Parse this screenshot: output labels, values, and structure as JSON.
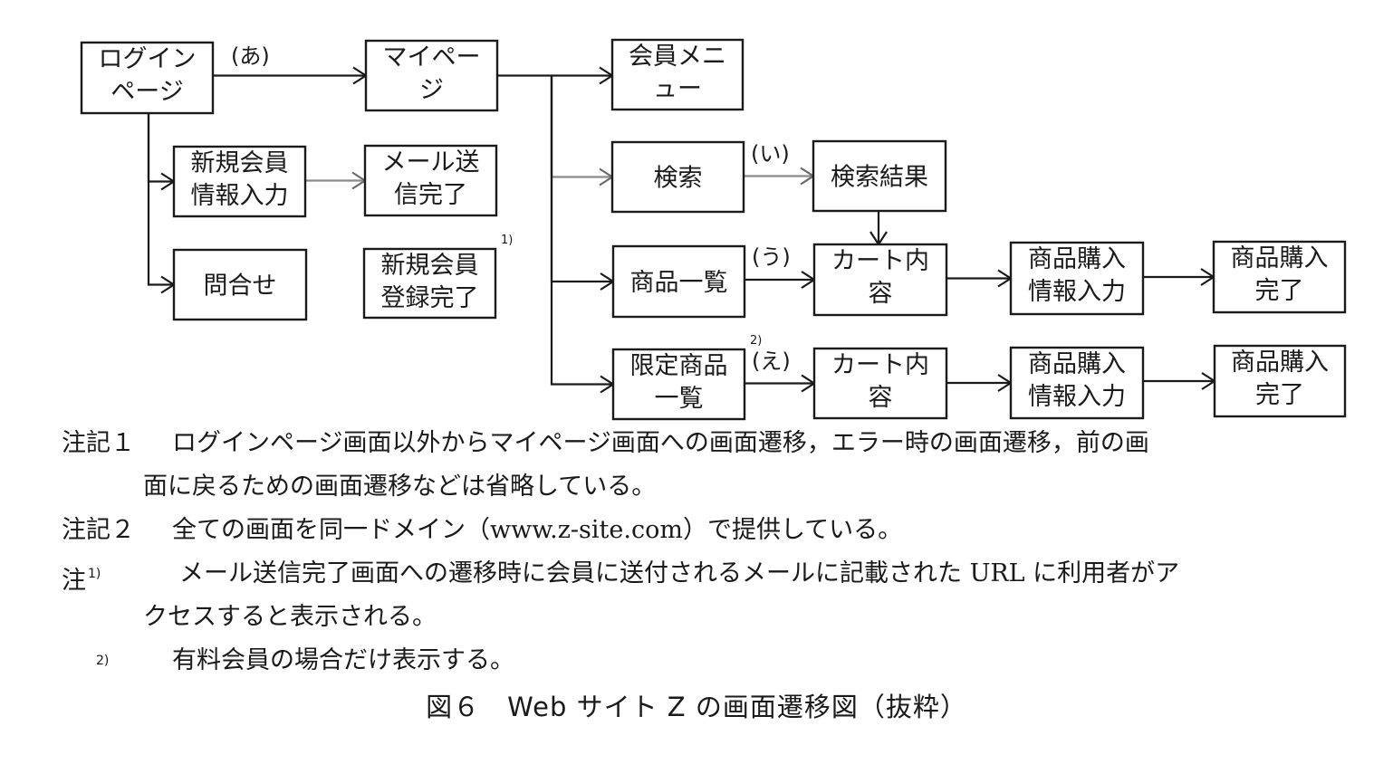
{
  "figure": {
    "caption": "図６　Web サイト Z の画面遷移図（抜粋）"
  },
  "nodes": [
    {
      "id": "login",
      "lines": [
        "ログイン",
        "ページ"
      ]
    },
    {
      "id": "mypage",
      "lines": [
        "マイペー",
        "ジ"
      ]
    },
    {
      "id": "member_menu",
      "lines": [
        "会員メニ",
        "ュー"
      ]
    },
    {
      "id": "new_member_input",
      "lines": [
        "新規会員",
        "情報入力"
      ]
    },
    {
      "id": "mail_sent",
      "lines": [
        "メール送",
        "信完了"
      ]
    },
    {
      "id": "search",
      "lines": [
        "検索"
      ]
    },
    {
      "id": "search_result",
      "lines": [
        "検索結果"
      ]
    },
    {
      "id": "inquiry",
      "lines": [
        "問合せ"
      ]
    },
    {
      "id": "new_member_done",
      "lines": [
        "新規会員",
        "登録完了"
      ],
      "note": "1)"
    },
    {
      "id": "product_list",
      "lines": [
        "商品一覧"
      ]
    },
    {
      "id": "cart1",
      "lines": [
        "カート内",
        "容"
      ]
    },
    {
      "id": "purchase_input1",
      "lines": [
        "商品購入",
        "情報入力"
      ]
    },
    {
      "id": "purchase_done1",
      "lines": [
        "商品購入",
        "完了"
      ]
    },
    {
      "id": "limited_list",
      "lines": [
        "限定商品",
        "一覧"
      ],
      "note": "2)"
    },
    {
      "id": "cart2",
      "lines": [
        "カート内",
        "容"
      ]
    },
    {
      "id": "purchase_input2",
      "lines": [
        "商品購入",
        "情報入力"
      ]
    },
    {
      "id": "purchase_done2",
      "lines": [
        "商品購入",
        "完了"
      ]
    }
  ],
  "edges": [
    {
      "from": "login",
      "to": "mypage",
      "label": "(あ)"
    },
    {
      "from": "login",
      "to": "new_member_input",
      "label": ""
    },
    {
      "from": "login",
      "to": "inquiry",
      "label": ""
    },
    {
      "from": "new_member_input",
      "to": "mail_sent",
      "label": ""
    },
    {
      "from": "mypage",
      "to": "member_menu",
      "label": ""
    },
    {
      "from": "mypage",
      "to": "search",
      "label": ""
    },
    {
      "from": "mypage",
      "to": "product_list",
      "label": ""
    },
    {
      "from": "mypage",
      "to": "limited_list",
      "label": ""
    },
    {
      "from": "search",
      "to": "search_result",
      "label": "(い)"
    },
    {
      "from": "search_result",
      "to": "cart1",
      "label": ""
    },
    {
      "from": "product_list",
      "to": "cart1",
      "label": "(う)"
    },
    {
      "from": "cart1",
      "to": "purchase_input1",
      "label": ""
    },
    {
      "from": "purchase_input1",
      "to": "purchase_done1",
      "label": ""
    },
    {
      "from": "limited_list",
      "to": "cart2",
      "label": "(え)"
    },
    {
      "from": "cart2",
      "to": "purchase_input2",
      "label": ""
    },
    {
      "from": "purchase_input2",
      "to": "purchase_done2",
      "label": ""
    }
  ],
  "notes": {
    "note1_label": "注記１",
    "note1_line1": "ログインページ画面以外からマイページ画面への画面遷移，エラー時の画面遷移，前の画",
    "note1_line2": "面に戻るための画面遷移などは省略している。",
    "note2_label": "注記２",
    "note2_text": "全ての画面を同一ドメイン（www.z-site.com）で提供している。",
    "fn_label": "注",
    "fn1_mark": "1)",
    "fn1_line1": "メール送信完了画面への遷移時に会員に送付されるメールに記載された URL に利用者がア",
    "fn1_line2": "クセスすると表示される。",
    "fn2_mark": "2)",
    "fn2_text": "有料会員の場合だけ表示する。"
  }
}
